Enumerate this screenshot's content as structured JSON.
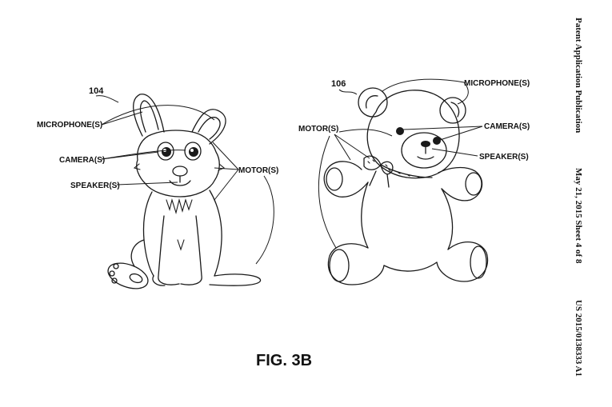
{
  "header": {
    "publication": "Patent Application Publication",
    "date_sheet": "May 21, 2015  Sheet 4 of 8",
    "number": "US 2015/0138333 A1"
  },
  "figure": {
    "caption": "FIG. 3B"
  },
  "bunny": {
    "ref": "104",
    "labels": {
      "microphone": "MICROPHONE(S)",
      "camera": "CAMERA(S)",
      "speaker": "SPEAKER(S)",
      "motor": "MOTOR(S)"
    }
  },
  "bear": {
    "ref": "106",
    "labels": {
      "microphone": "MICROPHONE(S)",
      "camera": "CAMERA(S)",
      "speaker": "SPEAKER(S)",
      "motor": "MOTOR(S)"
    }
  }
}
